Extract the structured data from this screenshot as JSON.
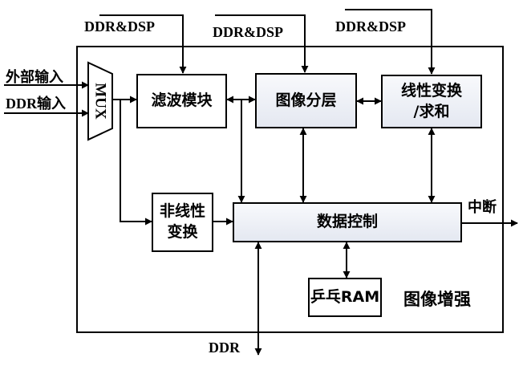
{
  "inputs": {
    "external": "外部输入",
    "ddr": "DDR输入"
  },
  "control_inputs": [
    "DDR&DSP",
    "DDR&DSP",
    "DDR&DSP"
  ],
  "mux": "MUX",
  "blocks": {
    "filter": "滤波模块",
    "layering": "图像分层",
    "transform_line1": "线性变换",
    "transform_line2": "/求和",
    "nonlinear_line1": "非线性",
    "nonlinear_line2": "变换",
    "data_control": "数据控制",
    "pingpong_ram": "乒乓RAM"
  },
  "outputs": {
    "interrupt": "中断",
    "ddr": "DDR"
  },
  "module_title": "图像增强"
}
